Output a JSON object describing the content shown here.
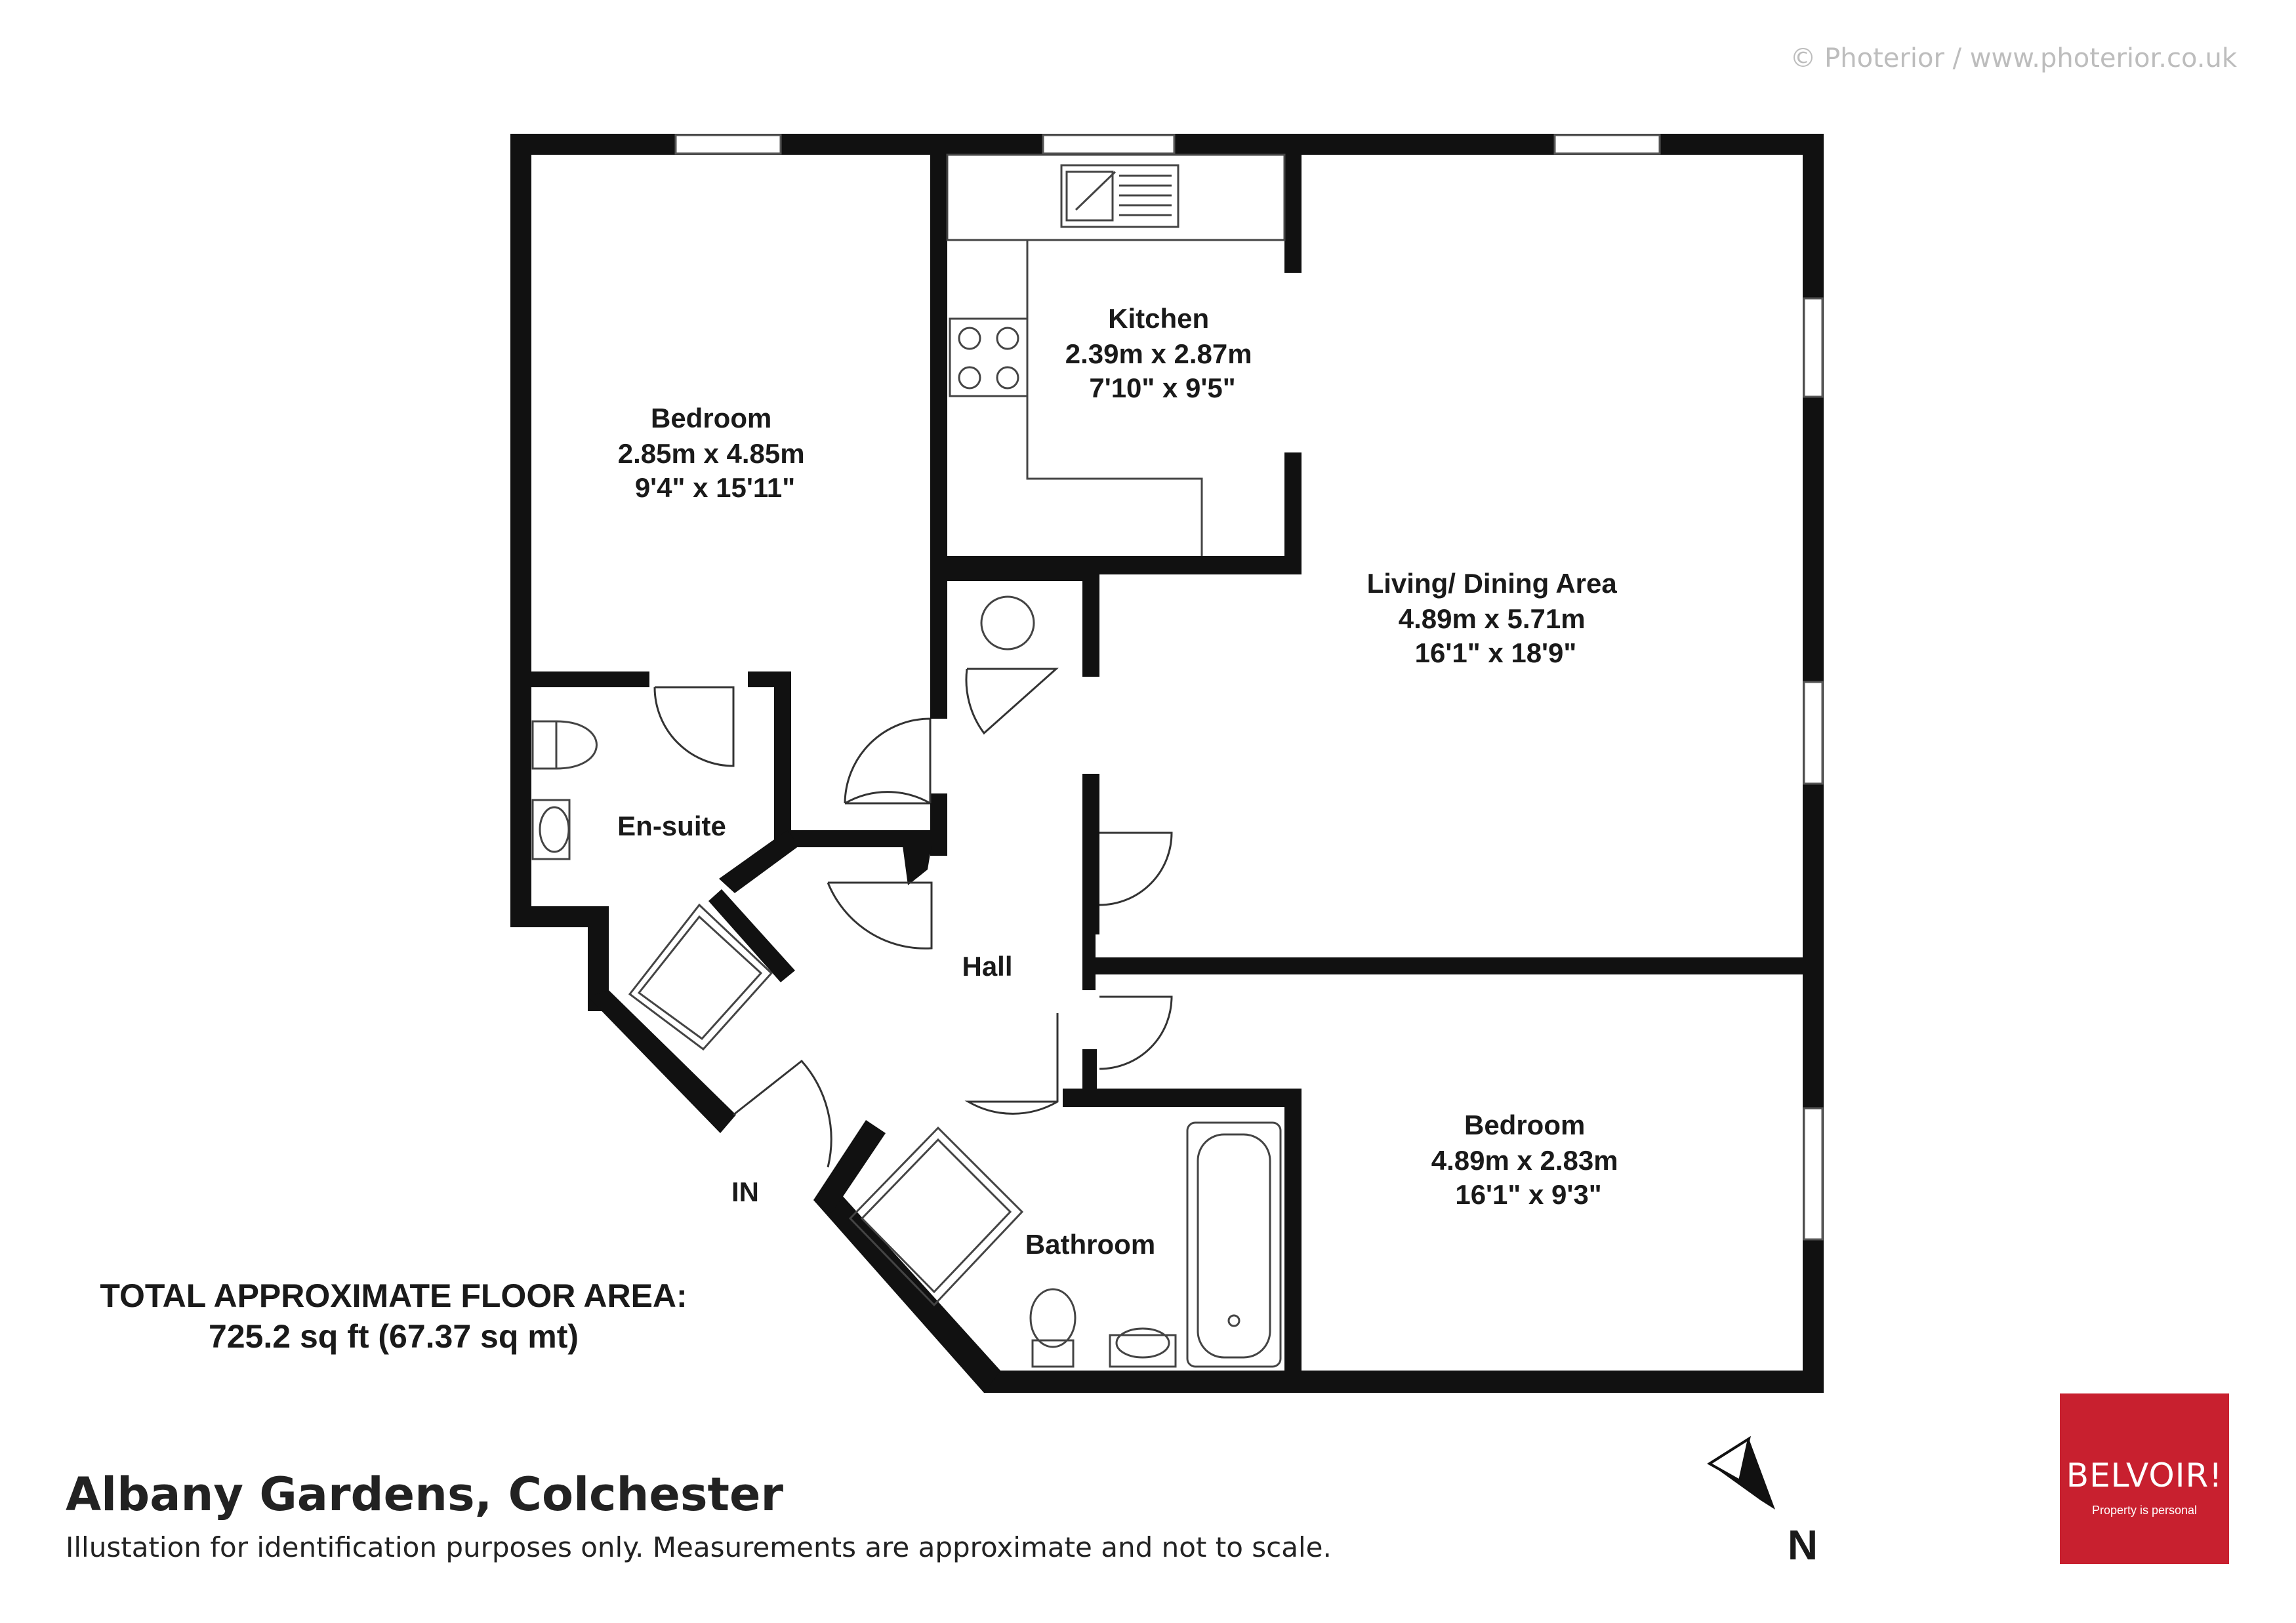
{
  "copyright": "© Photerior / www.photerior.co.uk",
  "rooms": {
    "kitchen": {
      "name": "Kitchen",
      "metric": "2.39m x 2.87m",
      "imperial": "7'10\"  x 9'5\""
    },
    "bedroom1": {
      "name": "Bedroom",
      "metric": "2.85m x 4.85m",
      "imperial": "9'4\"  x 15'11\""
    },
    "living": {
      "name": "Living/ Dining Area",
      "metric": "4.89m x 5.71m",
      "imperial": "16'1\"  x 18'9\""
    },
    "ensuite": {
      "name": "En-suite"
    },
    "hall": {
      "name": "Hall"
    },
    "bedroom2": {
      "name": "Bedroom",
      "metric": "4.89m x 2.83m",
      "imperial": "16'1\"  x 9'3\""
    },
    "bathroom": {
      "name": "Bathroom"
    }
  },
  "entrance_label": "IN",
  "total_area": {
    "heading": "TOTAL APPROXIMATE FLOOR AREA:",
    "value": "725.2 sq ft (67.37 sq mt)"
  },
  "address": "Albany Gardens, Colchester",
  "disclaimer": "Illustation for identification purposes only. Measurements are approximate and not to scale.",
  "compass_label": "N",
  "logo": {
    "brand": "BELVOIR!",
    "tagline": "Property is personal",
    "color": "#c8202f"
  },
  "wall_color": "#111111"
}
